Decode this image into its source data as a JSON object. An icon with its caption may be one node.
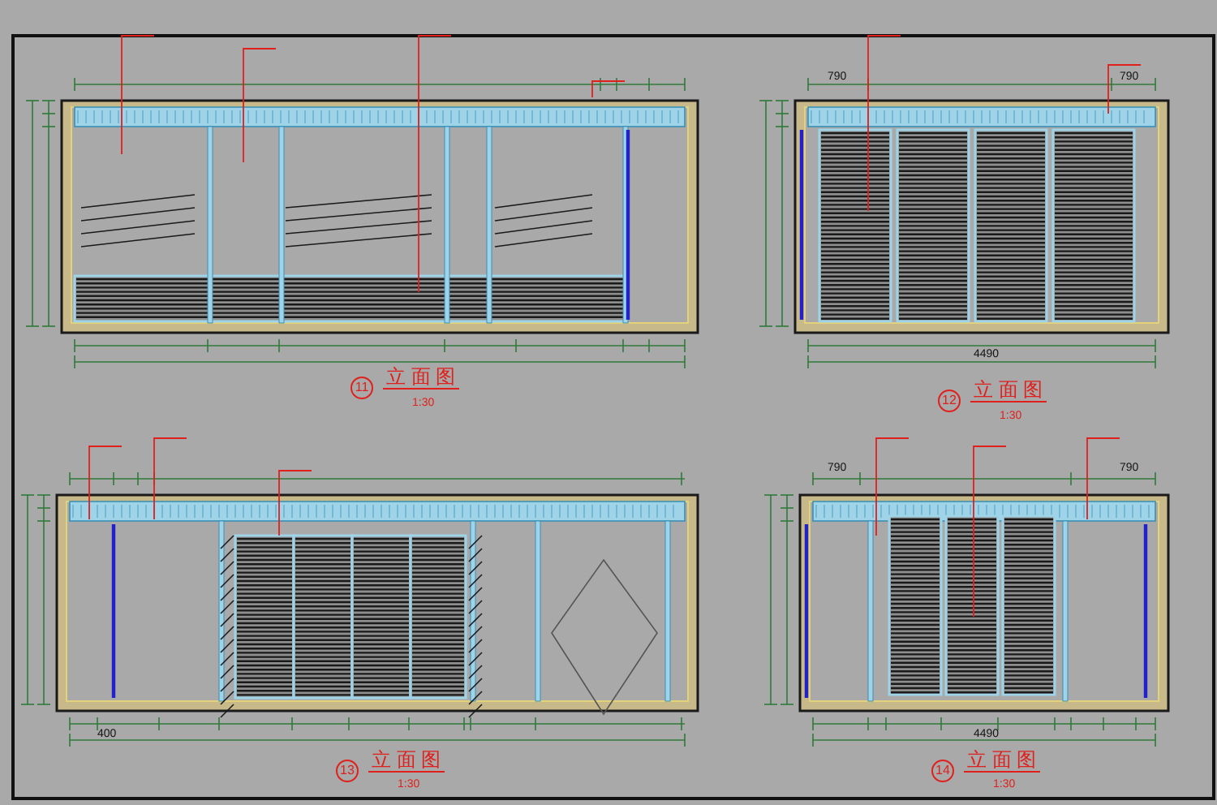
{
  "diagram": {
    "labels": [
      "790",
      "790",
      "4490",
      "11",
      "立 面 图",
      "1:30",
      "12",
      "立 面 图",
      "1:30",
      "400",
      "790",
      "790",
      "4490",
      "13",
      "立 面 图",
      "1:30",
      "14",
      "立 面 图",
      "1:30"
    ]
  }
}
